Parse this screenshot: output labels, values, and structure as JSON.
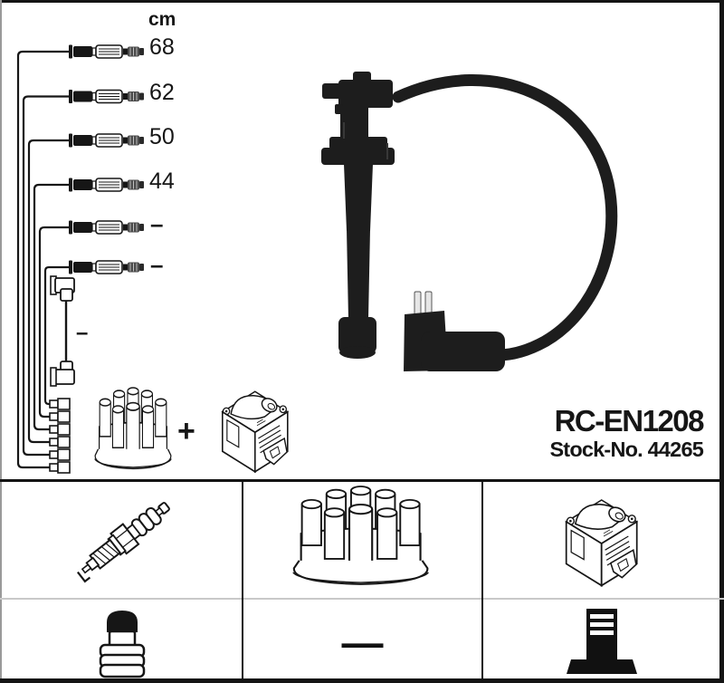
{
  "product": {
    "code": "RC-EN1208",
    "stock_no": "Stock-No. 44265"
  },
  "cable_lengths": {
    "unit": "cm",
    "rows": [
      {
        "length": "68"
      },
      {
        "length": "62"
      },
      {
        "length": "50"
      },
      {
        "length": "44"
      },
      {
        "length": "–"
      },
      {
        "length": "–"
      }
    ],
    "coil_wire": "–",
    "plus": "+"
  },
  "legend": {
    "dash": "—",
    "cells": [
      {
        "icon": "spark-plug-icon"
      },
      {
        "icon": "distributor-cap-icon"
      },
      {
        "icon": "ignition-coil-icon"
      },
      {
        "icon": "rubber-boot-icon"
      },
      {
        "icon": "dash-symbol"
      },
      {
        "icon": "terminal-post-icon"
      }
    ]
  },
  "colors": {
    "ink": "#161616",
    "photo_black": "#1d1d1d",
    "divider_black": "#141414",
    "row_divider_gray": "#c9c9c9",
    "background": "#ffffff"
  }
}
